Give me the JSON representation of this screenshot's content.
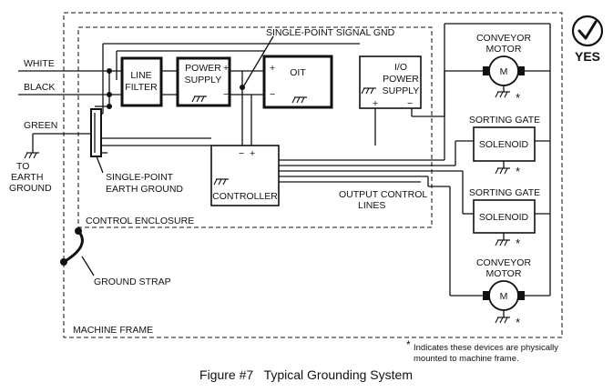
{
  "badge": {
    "label": "YES"
  },
  "inputs": {
    "white": "WHITE",
    "black": "BLACK",
    "green": "GREEN"
  },
  "earth_ground_label": [
    "TO",
    "EARTH",
    "GROUND"
  ],
  "signal_gnd_label": "SINGLE-POINT SIGNAL GND",
  "earth_point_label": [
    "SINGLE-POINT",
    "EARTH GROUND"
  ],
  "boxes": {
    "line_filter": [
      "LINE",
      "FILTER"
    ],
    "power_supply": [
      "POWER",
      "SUPPLY"
    ],
    "oit": "OIT",
    "io_power_supply": [
      "I/O",
      "POWER",
      "SUPPLY"
    ],
    "controller": "CONTROLLER"
  },
  "devices": {
    "conveyor_motor_1": {
      "title": [
        "CONVEYOR",
        "MOTOR"
      ],
      "symbol": "M"
    },
    "sorting_gate_1": {
      "title": "SORTING GATE",
      "label": "SOLENOID"
    },
    "sorting_gate_2": {
      "title": "SORTING GATE",
      "label": "SOLENOID"
    },
    "conveyor_motor_2": {
      "title": [
        "CONVEYOR",
        "MOTOR"
      ],
      "symbol": "M"
    }
  },
  "output_lines_label": [
    "OUTPUT CONTROL",
    "LINES"
  ],
  "control_enclosure_label": "CONTROL ENCLOSURE",
  "ground_strap_label": "GROUND STRAP",
  "machine_frame_label": "MACHINE FRAME",
  "note": [
    "Indicates these devices are physically",
    "mounted to machine frame."
  ],
  "caption": "Figure #7   Typical Grounding System"
}
